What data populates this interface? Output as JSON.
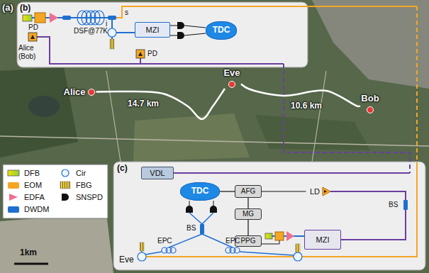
{
  "diagram": {
    "nodes": [
      {
        "text": [
          "(b)"
        ]
      },
      {
        "text": [
          "MZI"
        ],
        "in": 0
      },
      {
        "text": [
          "TDC"
        ],
        "in": 0
      },
      {
        "text": [
          "Alice"
        ]
      },
      {
        "text": [
          "Eve"
        ]
      },
      {
        "text": [
          "Bob"
        ]
      },
      {
        "text": [
          "(c)",
          "Eve"
        ]
      },
      {
        "text": [
          "VDL"
        ],
        "in": 6
      },
      {
        "text": [
          "TDC"
        ],
        "in": 6
      },
      {
        "text": [
          "AFG"
        ],
        "in": 6
      },
      {
        "text": [
          "MG"
        ],
        "in": 6
      },
      {
        "text": [
          "PPG"
        ],
        "in": 6
      },
      {
        "text": [
          "LD"
        ],
        "in": 6
      },
      {
        "text": [
          "MZI"
        ],
        "in": 6
      }
    ],
    "edges": [
      {
        "from": 3,
        "to": 4,
        "label": "14.7 km",
        "arrow": "none"
      },
      {
        "from": 4,
        "to": 5,
        "label": "10.6 km",
        "arrow": "none"
      },
      {
        "from": 8,
        "to": 9,
        "arrow": "none"
      },
      {
        "from": 9,
        "to": 10,
        "arrow": "none"
      },
      {
        "from": 10,
        "to": 11,
        "arrow": "none"
      },
      {
        "from": 9,
        "to": 12,
        "arrow": "none"
      }
    ],
    "labels": [
      "(a)",
      "Alice (Bob)",
      "PD",
      "DSF@77K",
      "s",
      "i",
      "PD",
      "1km",
      "BS",
      "EPC",
      "EPC",
      "BS"
    ],
    "legend": [
      {
        "text": "DFB"
      },
      {
        "text": "EOM",
        "color": "#f5a623"
      },
      {
        "text": "EDFA"
      },
      {
        "text": "DWDM",
        "color": "#1f6fd1"
      },
      {
        "text": "Cir"
      },
      {
        "text": "FBG"
      },
      {
        "text": "SNSPD"
      }
    ]
  }
}
